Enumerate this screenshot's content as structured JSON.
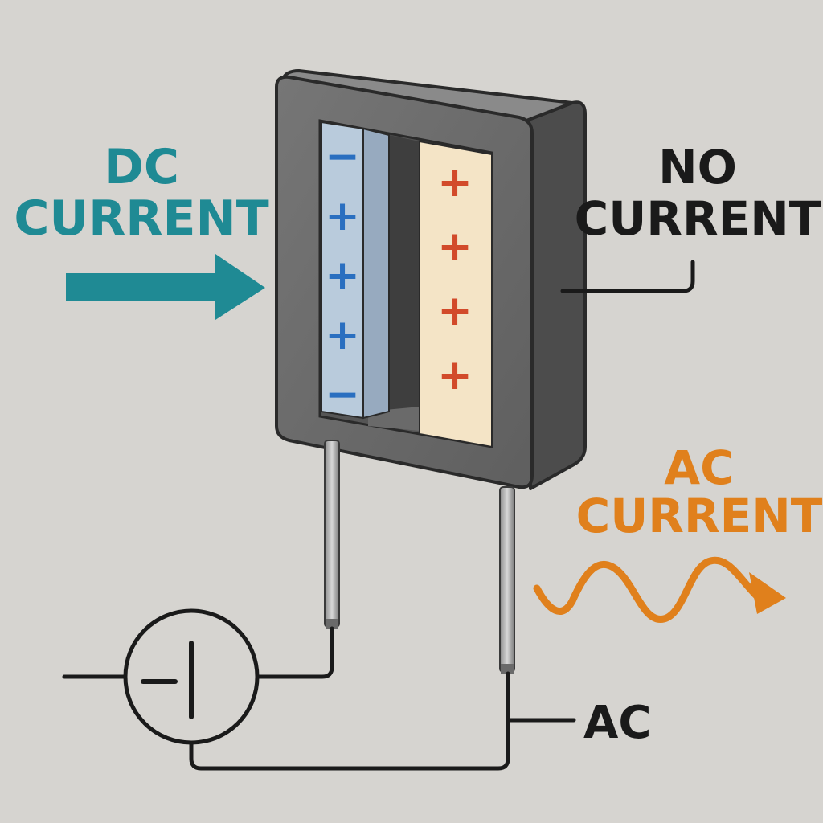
{
  "labels": {
    "dc_line1": "DC",
    "dc_line2": "CURRENT",
    "no_line1": "NO",
    "no_line2": "CURRENT",
    "ac_line1": "AC",
    "ac_line2": "CURRENT",
    "ac_source": "AC"
  },
  "plates": {
    "left_signs": [
      "−",
      "+",
      "+",
      "+",
      "−"
    ],
    "right_signs": [
      "+",
      "+",
      "+",
      "+"
    ]
  },
  "colors": {
    "background": "#d6d4d0",
    "dc_teal": "#1f8a94",
    "ac_orange": "#e0801c",
    "text_dark": "#1a1a1a",
    "minus_plate_blue": "#b9cbdc",
    "plus_plate_cream": "#f4e4c6",
    "plus_sign_red": "#d24a2a",
    "minus_sign_blue": "#2a6fc0",
    "case_gray": "#6b6b6b",
    "wire": "#1a1a1a"
  },
  "icons": {
    "dc_arrow": "right-arrow-icon",
    "ac_wave": "sine-wave-arrow-icon",
    "source_symbol": "dc-source-circle-icon"
  }
}
